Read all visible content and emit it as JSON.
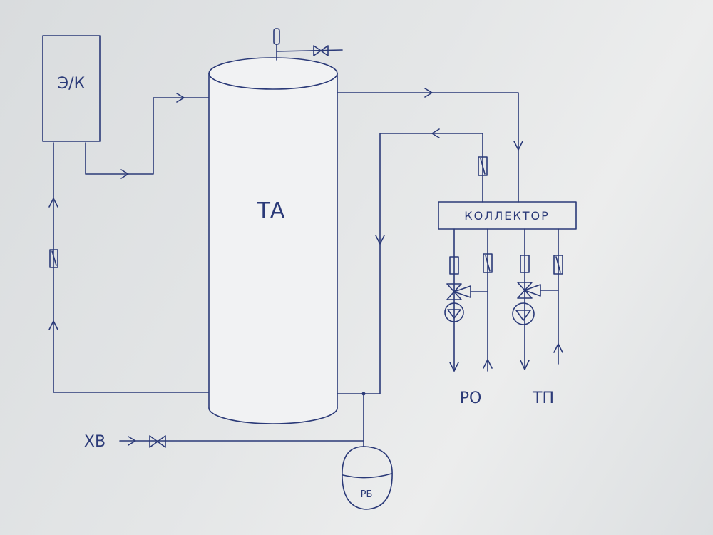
{
  "labels": {
    "boiler": "Э/К",
    "tank": "ТА",
    "collector": "КОЛЛЕКТОР",
    "radiators": "РО",
    "floor_heating": "ТП",
    "cold_water": "ХВ",
    "expansion_tank": "РБ"
  },
  "colors": {
    "ink": "#2b3a78",
    "paper": "#e4e6e7"
  }
}
